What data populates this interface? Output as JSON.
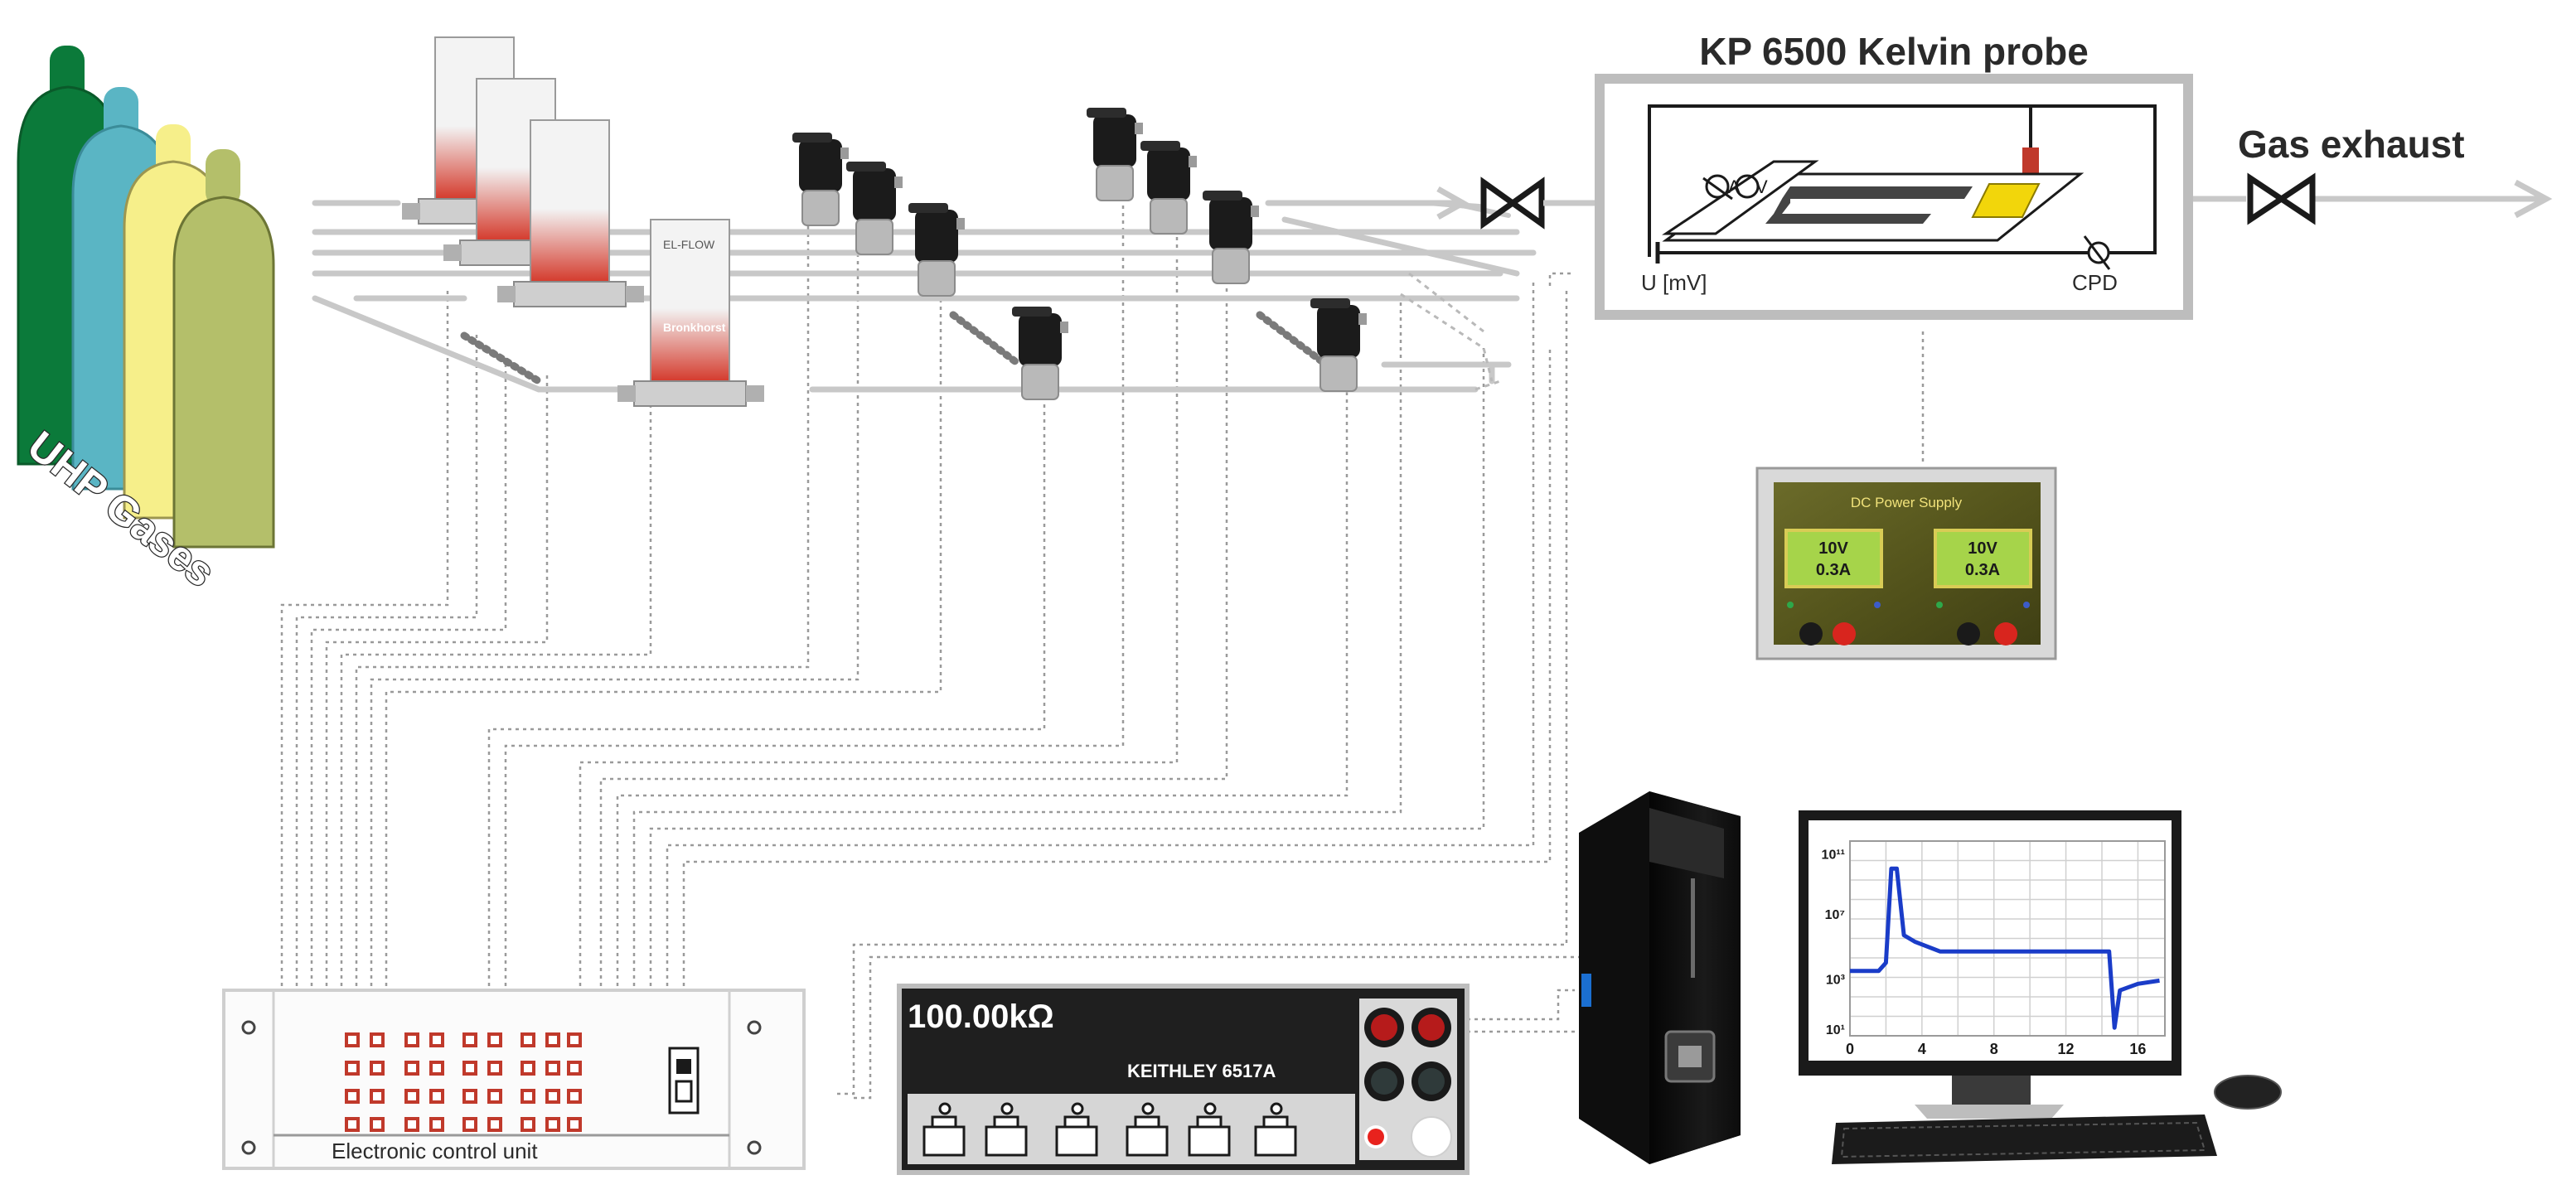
{
  "gases_label": "UHP Gases",
  "kelvin_probe_title": "KP 6500 Kelvin probe",
  "gas_exhaust_label": "Gas exhaust",
  "probe_u_label": "U [mV]",
  "probe_cpd_label": "CPD",
  "probe_sample_labels": [
    "A",
    "V"
  ],
  "power_supply": {
    "title": "DC Power Supply",
    "display_left": [
      "10V",
      "0.3A"
    ],
    "display_right": [
      "10V",
      "0.3A"
    ]
  },
  "electrometer": {
    "reading": "100.00kΩ",
    "model": "KEITHLEY 6517A"
  },
  "control_unit_label": "Electronic control unit",
  "flow_controller_brand": "Bronkhorst",
  "flow_controller_model": "EL-FLOW",
  "monitor_chart": {
    "type": "line",
    "x_ticks": [
      "0",
      "4",
      "8",
      "12",
      "16"
    ],
    "y_ticks": [
      "10¹¹",
      "10⁷",
      "10³",
      "10¹"
    ],
    "line_color": "#1a3cc8",
    "x": [
      0,
      1.6,
      2.0,
      2.3,
      2.6,
      3.0,
      3.6,
      5,
      8,
      12,
      14.4,
      14.7,
      15.0,
      16,
      17.2
    ],
    "y": [
      3,
      3,
      3.5,
      9.3,
      9.3,
      5.2,
      4.8,
      4.2,
      4.2,
      4.2,
      4.2,
      -0.5,
      1.8,
      2.2,
      2.4
    ]
  },
  "colors": {
    "gas_tube": "#c8c8c8",
    "cylinders": [
      "#0b7a3a",
      "#5ab5c4",
      "#f6ef8a",
      "#b4bf6a"
    ],
    "power_display": "#a6d44a",
    "electrometer_body": "#1f1f1f"
  }
}
